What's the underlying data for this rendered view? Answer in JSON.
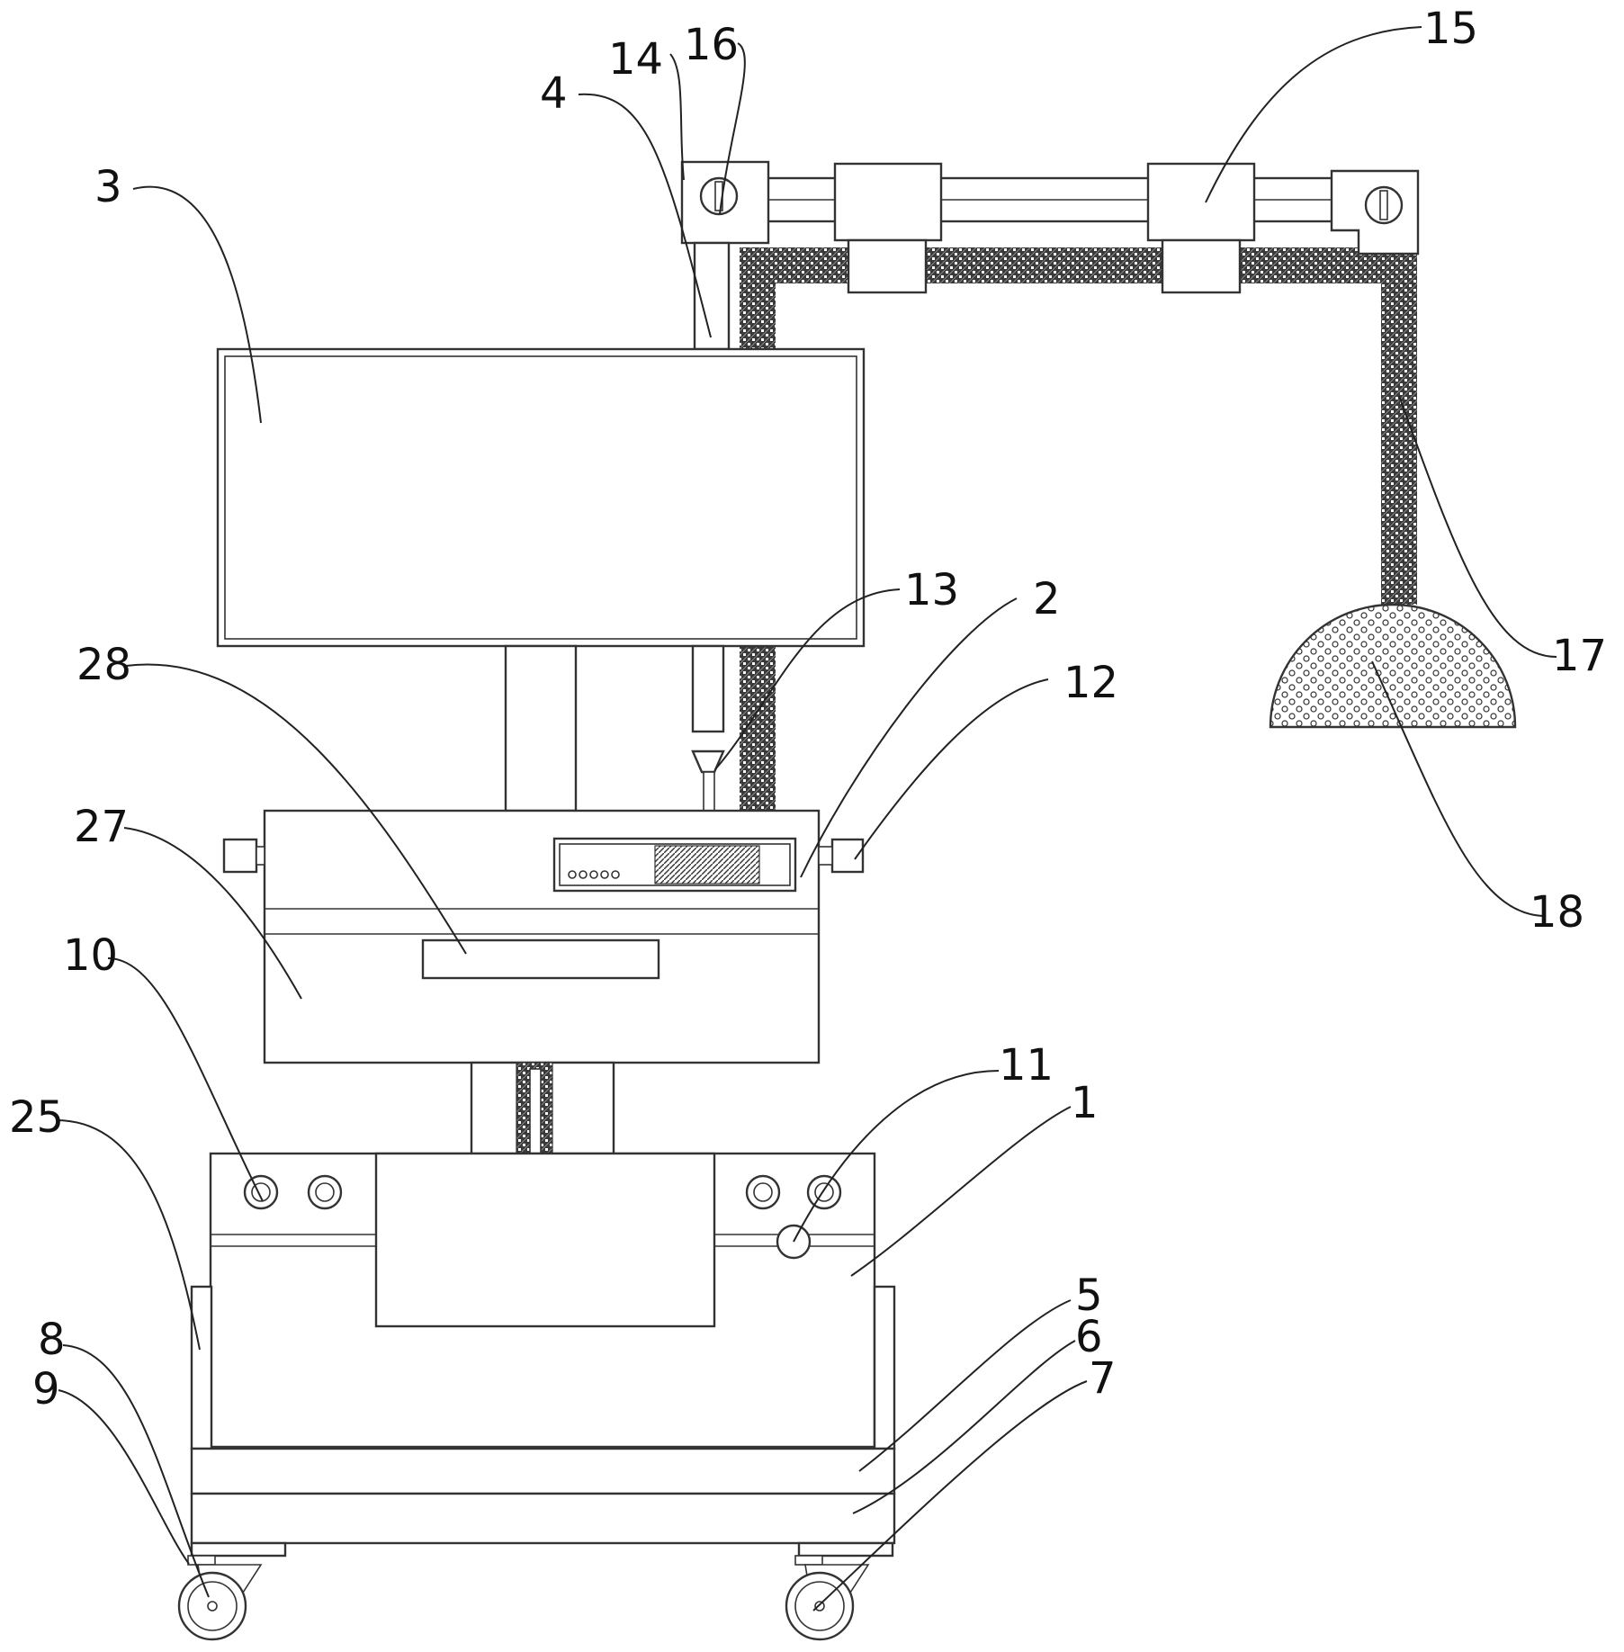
{
  "figure": {
    "labels": [
      {
        "id": "1",
        "text": "1"
      },
      {
        "id": "2",
        "text": "2"
      },
      {
        "id": "3",
        "text": "3"
      },
      {
        "id": "4",
        "text": "4"
      },
      {
        "id": "5",
        "text": "5"
      },
      {
        "id": "6",
        "text": "6"
      },
      {
        "id": "7",
        "text": "7"
      },
      {
        "id": "8",
        "text": "8"
      },
      {
        "id": "9",
        "text": "9"
      },
      {
        "id": "10",
        "text": "10"
      },
      {
        "id": "11",
        "text": "11"
      },
      {
        "id": "12",
        "text": "12"
      },
      {
        "id": "13",
        "text": "13"
      },
      {
        "id": "14",
        "text": "14"
      },
      {
        "id": "15",
        "text": "15"
      },
      {
        "id": "16",
        "text": "16"
      },
      {
        "id": "17",
        "text": "17"
      },
      {
        "id": "18",
        "text": "18"
      },
      {
        "id": "25",
        "text": "25"
      },
      {
        "id": "27",
        "text": "27"
      },
      {
        "id": "28",
        "text": "28"
      }
    ]
  }
}
